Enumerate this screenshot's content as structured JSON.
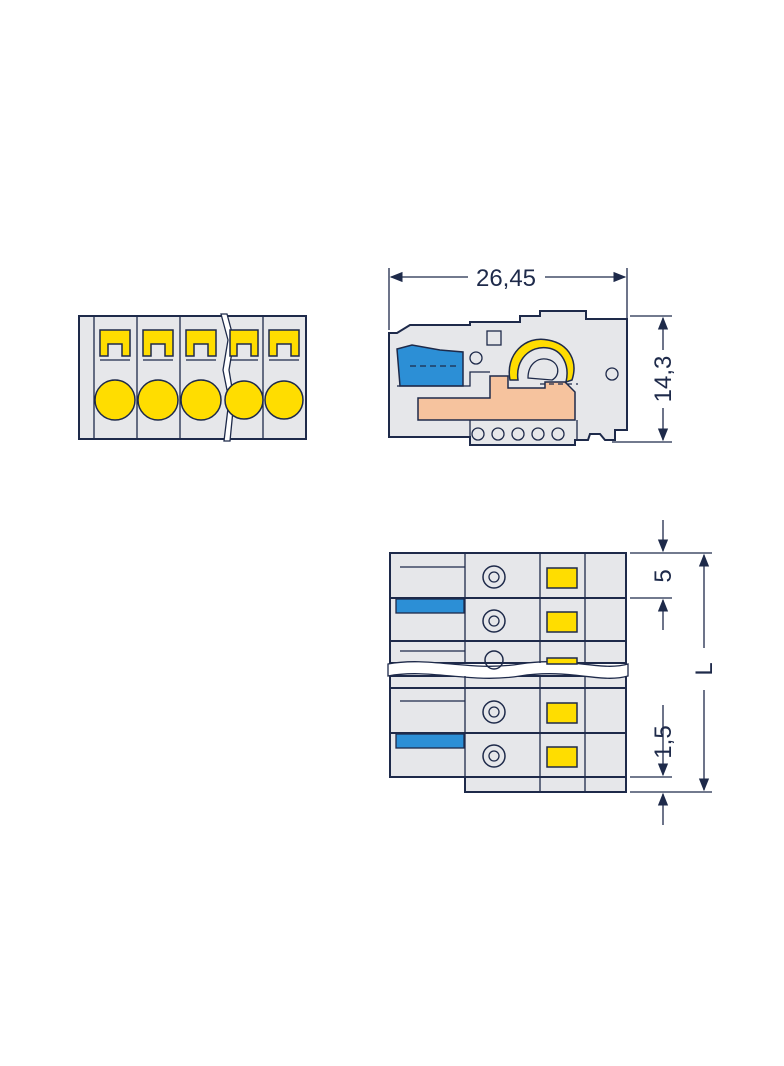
{
  "dimensions": {
    "overall_length": "26,45",
    "height": "14,3",
    "pitch": "5",
    "length": "L",
    "offset": "1,5"
  },
  "colors": {
    "housing": "#e6e7ea",
    "outline": "#1e2a4a",
    "actuator_yellow": "#ffdd00",
    "release_blue": "#2c8fd6",
    "contact_copper": "#f6c39e"
  },
  "icons": {
    "front-view": "front-view-icon",
    "side-view": "side-view-icon",
    "top-view": "top-view-icon"
  }
}
